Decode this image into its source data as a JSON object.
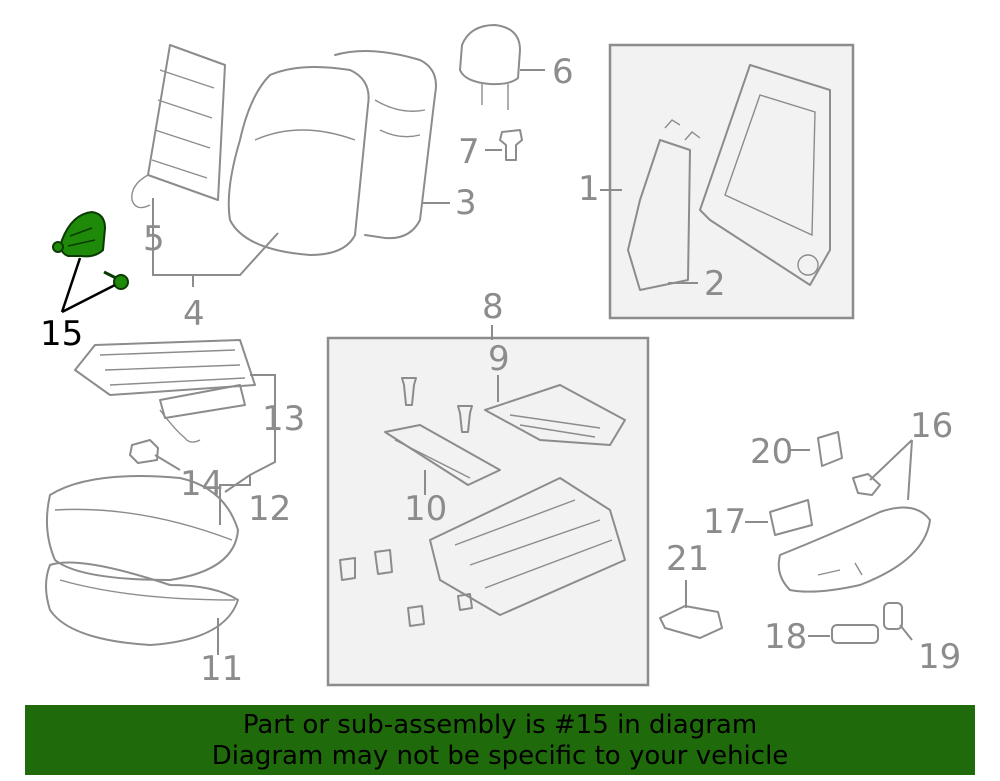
{
  "diagram": {
    "highlighted_part": "15",
    "callouts": {
      "c1": "1",
      "c2": "2",
      "c3": "3",
      "c4": "4",
      "c5": "5",
      "c6": "6",
      "c7": "7",
      "c8": "8",
      "c9": "9",
      "c10": "10",
      "c11": "11",
      "c12": "12",
      "c13": "13",
      "c14": "14",
      "c15": "15",
      "c16": "16",
      "c17": "17",
      "c18": "18",
      "c19": "19",
      "c20": "20",
      "c21": "21"
    },
    "colors": {
      "line": "#8c8c8c",
      "highlight_part": "#1f8a0a",
      "banner": "#1f6b0c",
      "box_fill": "#f2f2f2"
    }
  },
  "banner": {
    "line1": "Part or sub-assembly is #15 in diagram",
    "line2": "Diagram may not be specific to your vehicle"
  }
}
